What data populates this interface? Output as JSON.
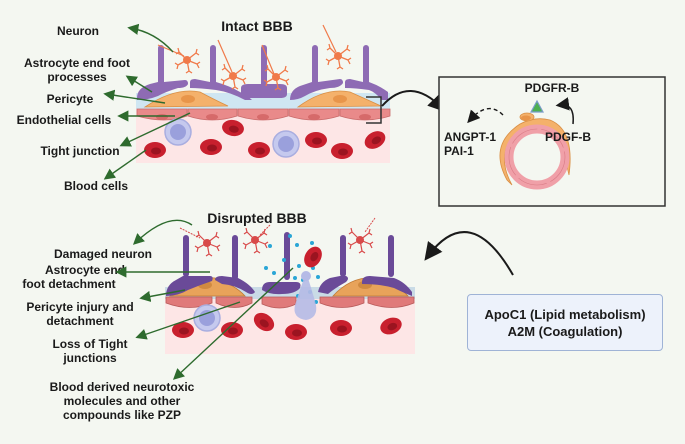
{
  "intact": {
    "title": "Intact BBB",
    "labels": {
      "neuron": "Neuron",
      "astro_1": "Astrocyte end foot",
      "astro_2": "processes",
      "pericyte": "Pericyte",
      "endothelial": "Endothelial cells",
      "tight_junction": "Tight junction",
      "blood_cells": "Blood cells"
    }
  },
  "inset": {
    "receptor": "PDGFR-B",
    "ligand": "PDGF-B",
    "secreted_1": "ANGPT-1",
    "secreted_2": "PAI-1"
  },
  "disrupted": {
    "title": "Disrupted BBB",
    "labels": {
      "damaged_neuron": "Damaged neuron",
      "astro_1": "Astrocyte end",
      "astro_2": "foot detachment",
      "pericyte_1": "Pericyte injury and",
      "pericyte_2": "detachment",
      "tj_1": "Loss of Tight",
      "tj_2": "junctions",
      "blood_1": "Blood derived neurotoxic",
      "blood_2": "molecules and other",
      "blood_3": "compounds like PZP"
    }
  },
  "proteins": {
    "line_1": "ApoC1 (Lipid metabolism)",
    "line_2": "A2M (Coagulation)"
  },
  "colors": {
    "background": "#f4f7f1",
    "astrocyte": "#8e6bb4",
    "pericyte": "#f4b16b",
    "endothelial": "#e98a8a",
    "lumen": "#fde6e6",
    "rbc": "#c8202e",
    "leukocyte": "#a9aee0",
    "arrow_green": "#2e6b2e",
    "receptor": "#4caf50",
    "molecule": "#2aa6d6"
  }
}
